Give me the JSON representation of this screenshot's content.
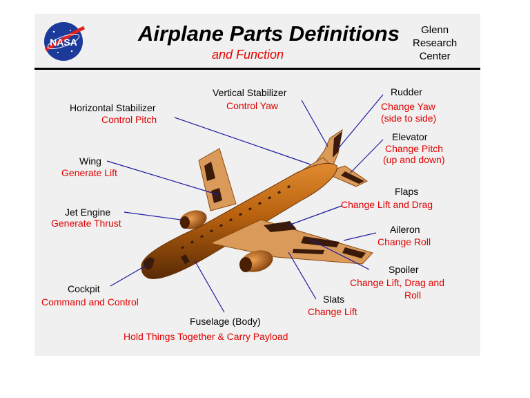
{
  "header": {
    "title": "Airplane Parts Definitions",
    "subtitle": "and Function",
    "center_lines": [
      "Glenn",
      "Research",
      "Center"
    ],
    "logo_text": "NASA"
  },
  "colors": {
    "part_name": "#000000",
    "part_function": "#e00000",
    "fuselage": "#b8620f",
    "wing": "#d99a5a",
    "panel_dark": "#3a1a0a",
    "background": "#f0f0f0"
  },
  "parts": [
    {
      "id": "vertical-stabilizer",
      "name": "Vertical Stabilizer",
      "function": [
        "Control Yaw"
      ]
    },
    {
      "id": "horizontal-stabilizer",
      "name": "Horizontal Stabilizer",
      "function": [
        "Control Pitch"
      ]
    },
    {
      "id": "rudder",
      "name": "Rudder",
      "function": [
        "Change Yaw",
        "(side to side)"
      ]
    },
    {
      "id": "elevator",
      "name": "Elevator",
      "function": [
        "Change Pitch",
        "(up and down)"
      ]
    },
    {
      "id": "wing",
      "name": "Wing",
      "function": [
        "Generate Lift"
      ]
    },
    {
      "id": "flaps",
      "name": "Flaps",
      "function": [
        "Change Lift and Drag"
      ]
    },
    {
      "id": "jet-engine",
      "name": "Jet Engine",
      "function": [
        "Generate Thrust"
      ]
    },
    {
      "id": "aileron",
      "name": "Aileron",
      "function": [
        "Change Roll"
      ]
    },
    {
      "id": "spoiler",
      "name": "Spoiler",
      "function": [
        "Change Lift, Drag and",
        "Roll"
      ]
    },
    {
      "id": "cockpit",
      "name": "Cockpit",
      "function": [
        "Command and Control"
      ]
    },
    {
      "id": "slats",
      "name": "Slats",
      "function": [
        "Change Lift"
      ]
    },
    {
      "id": "fuselage",
      "name": "Fuselage (Body)",
      "function": [
        "Hold Things Together & Carry Payload"
      ]
    }
  ]
}
